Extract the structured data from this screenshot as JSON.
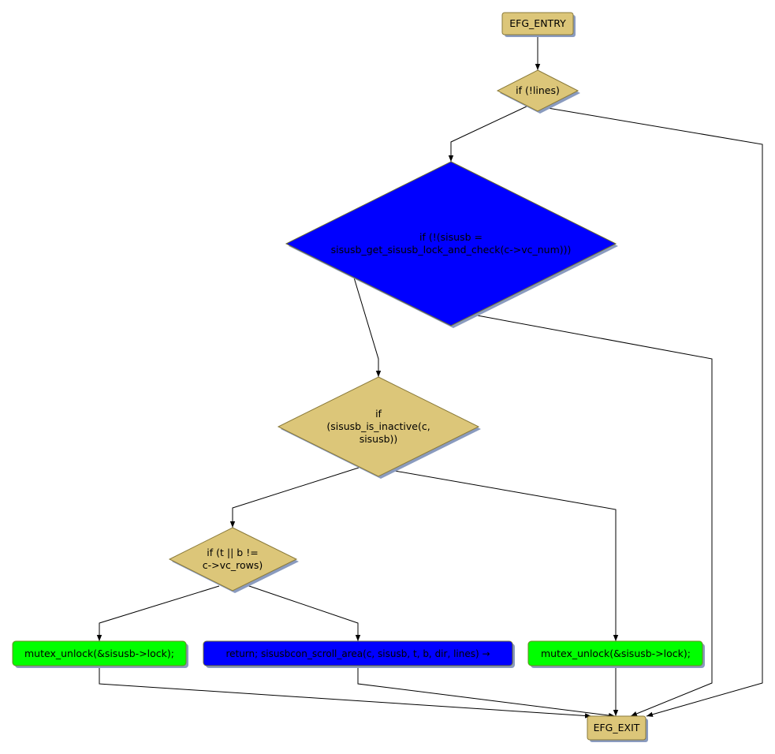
{
  "nodes": {
    "entry": {
      "label": "EFG_ENTRY"
    },
    "if_lines": {
      "lines": [
        "if (!lines)"
      ]
    },
    "if_sisusb": {
      "lines": [
        "if (!(sisusb =",
        "sisusb_get_sisusb_lock_and_check(c->vc_num)))"
      ]
    },
    "if_inactive": {
      "lines": [
        "if",
        "(sisusb_is_inactive(c,",
        "sisusb))"
      ]
    },
    "if_rows": {
      "lines": [
        "if (t || b !=",
        "c->vc_rows)"
      ]
    },
    "unlock_left": {
      "label": "mutex_unlock(&sisusb->lock);"
    },
    "return_scroll": {
      "label": "return; sisusbcon_scroll_area(c, sisusb, t, b, dir, lines) →"
    },
    "unlock_right": {
      "label": "mutex_unlock(&sisusb->lock);"
    },
    "exit": {
      "label": "EFG_EXIT"
    }
  },
  "colors": {
    "condition": "#dcc679",
    "statement": "#00ff00",
    "highlight": "#0000ff"
  }
}
